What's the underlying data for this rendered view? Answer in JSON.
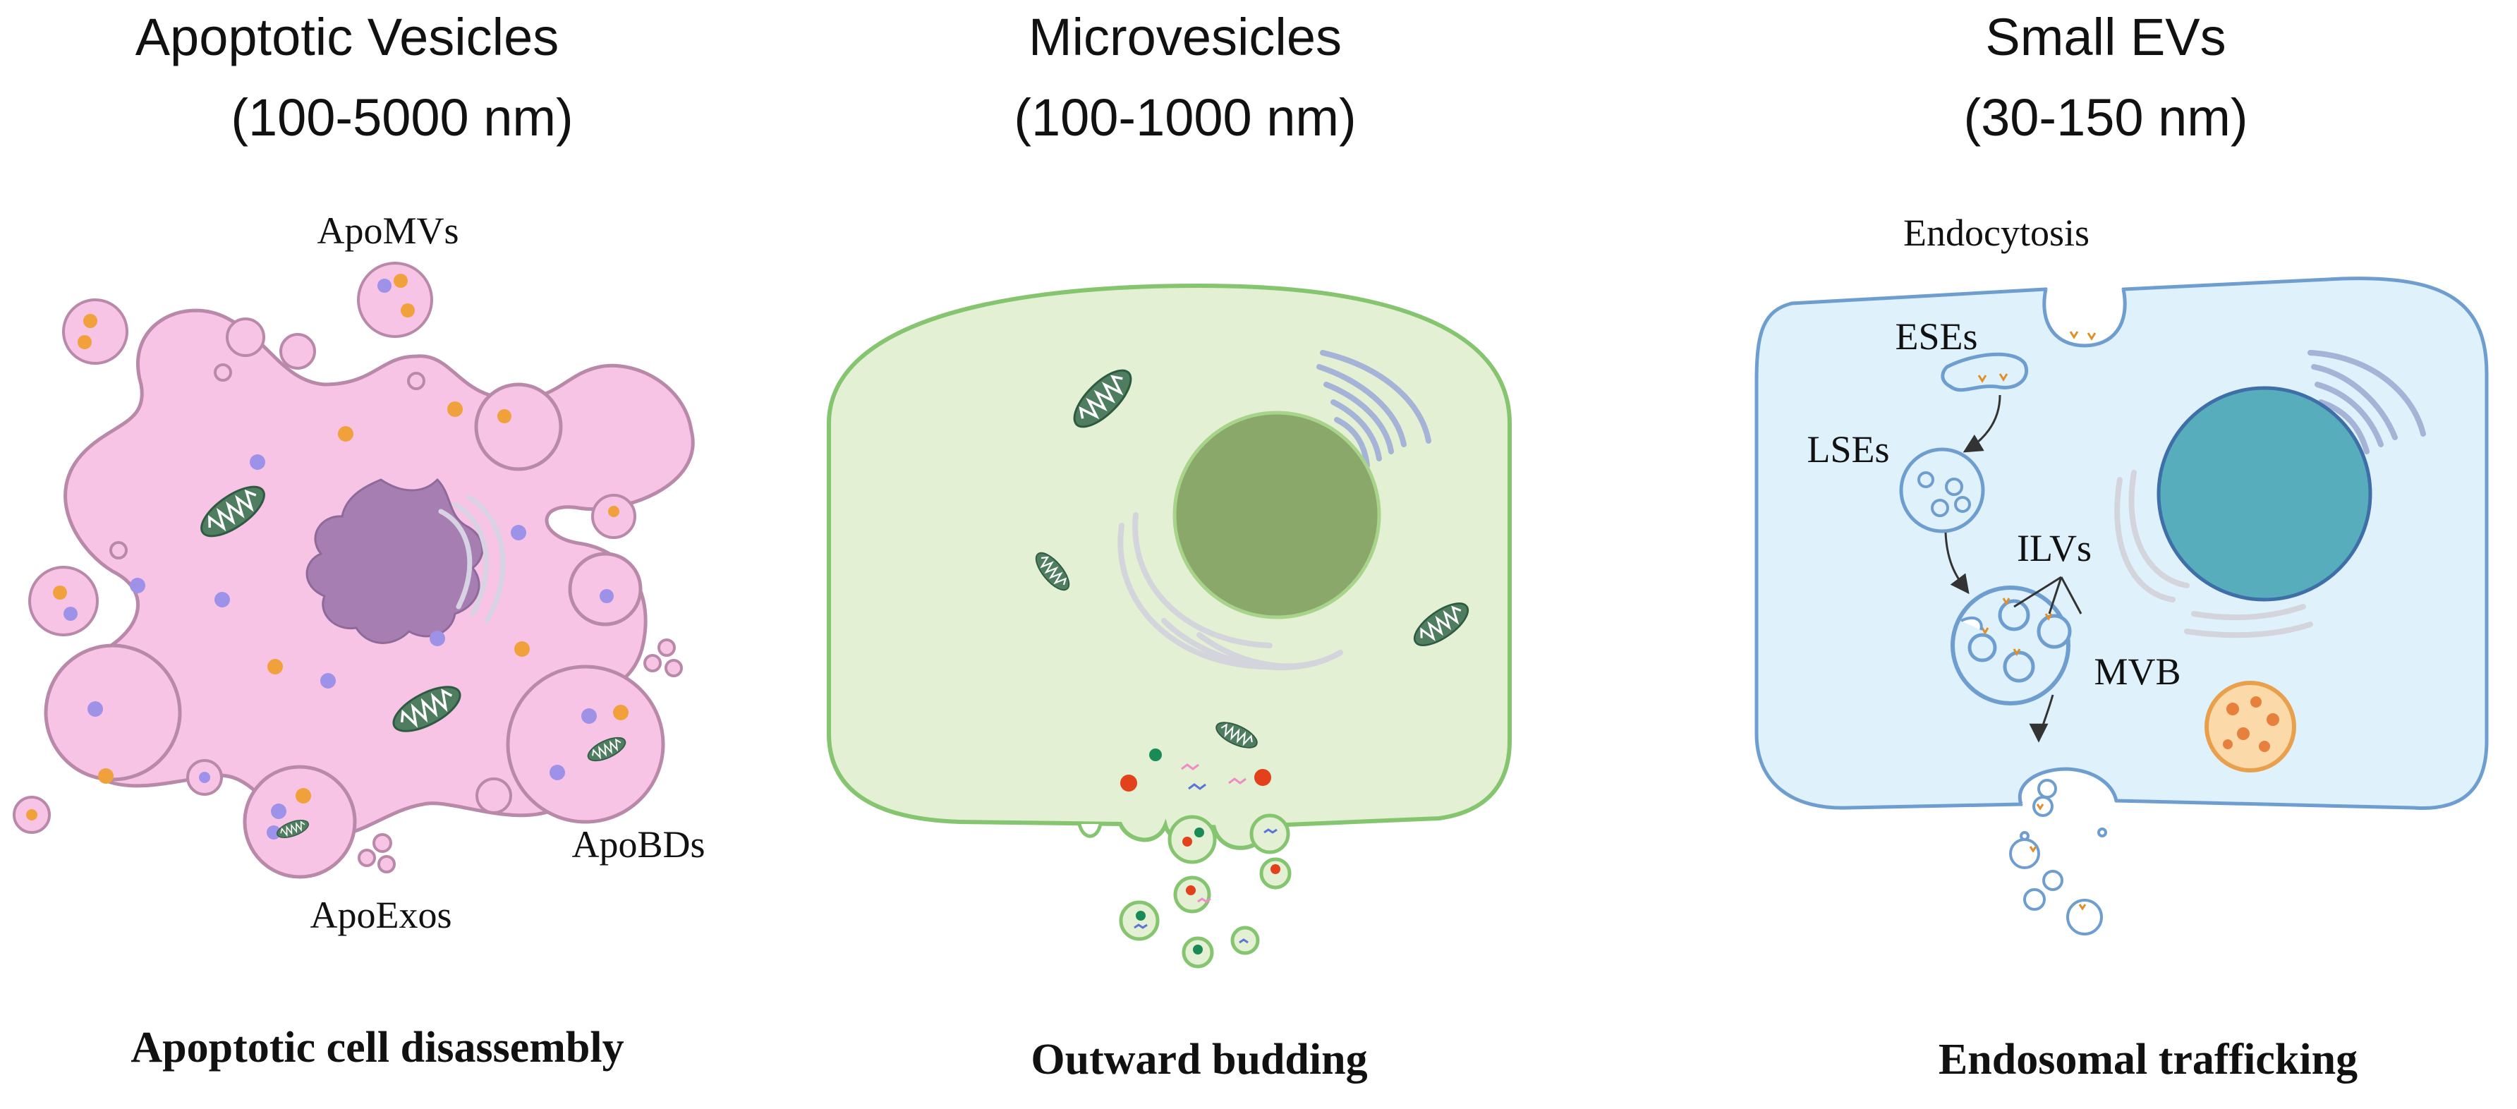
{
  "panels": [
    {
      "title_line1": "Apoptotic Vesicles",
      "title_line2": "(100-5000 nm)",
      "caption": "Apoptotic cell disassembly",
      "labels": {
        "apomvs": "ApoMVs",
        "apobds": "ApoBDs",
        "apoexos": "ApoExos"
      },
      "colors": {
        "cell": "#f8c4e6",
        "membrane": "#b889a8",
        "nucleus": "#a77eb2"
      }
    },
    {
      "title_line1": "Microvesicles",
      "title_line2": "(100-1000 nm)",
      "caption": "Outward budding",
      "labels": {},
      "colors": {
        "cell": "#e3f0d3",
        "membrane": "#86c56f",
        "nucleus": "#8aa86a"
      }
    },
    {
      "title_line1": "Small EVs",
      "title_line2": "(30-150 nm)",
      "caption": "Endosomal trafficking",
      "labels": {
        "endocytosis": "Endocytosis",
        "eses": "ESEs",
        "lses": "LSEs",
        "ilvs": "ILVs",
        "mvb": "MVB"
      },
      "colors": {
        "cell": "#dff1fb",
        "membrane": "#6e9ed0",
        "nucleus": "#57adbb"
      }
    }
  ]
}
